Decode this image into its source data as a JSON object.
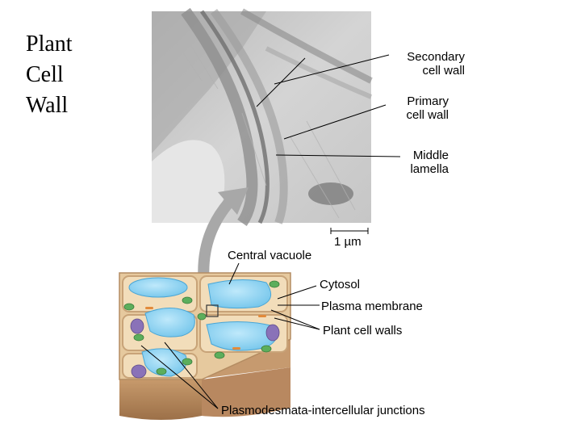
{
  "title": [
    "Plant",
    "Cell",
    "Wall"
  ],
  "micrograph_labels": {
    "secondary": [
      "Secondary",
      "cell wall"
    ],
    "primary": [
      "Primary",
      "cell wall"
    ],
    "middle": [
      "Middle",
      "lamella"
    ],
    "scale": "1 µm"
  },
  "cell_labels": {
    "central_vacuole": "Central vacuole",
    "cytosol": "Cytosol",
    "plasma_membrane": "Plasma membrane",
    "plant_cell_walls": "Plant cell walls",
    "plasmodesmata": "Plasmodesmata-intercellular junctions"
  },
  "colors": {
    "micrograph_bg": "#c9c9c9",
    "wall_tan": "#e3c79b",
    "wall_dark": "#a47a55",
    "vacuole": "#8ed3f0",
    "chloroplast": "#5cae5c",
    "nucleus": "#8a72b8",
    "arrow_gray": "#a8a8a8"
  }
}
